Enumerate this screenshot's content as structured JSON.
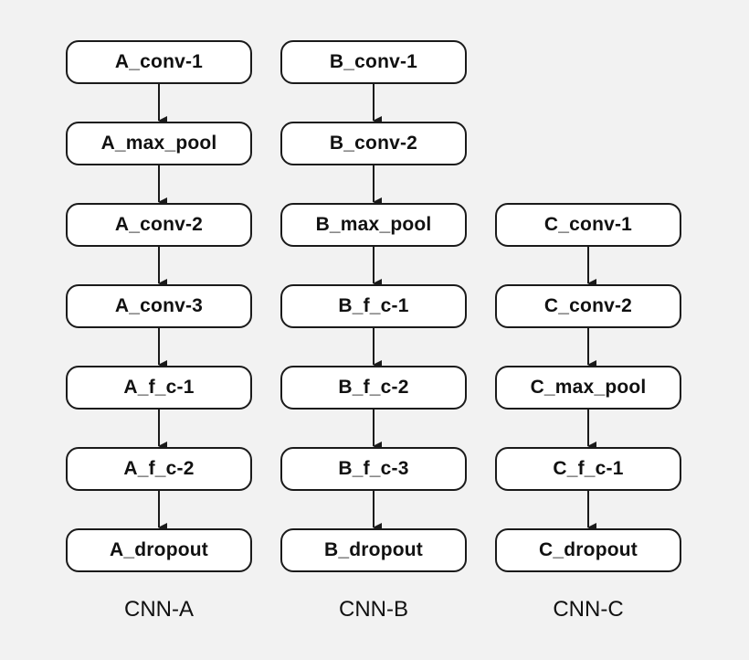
{
  "columns": [
    {
      "id": "a",
      "label": "CNN-A",
      "nodes": [
        "A_conv-1",
        "A_max_pool",
        "A_conv-2",
        "A_conv-3",
        "A_f_c-1",
        "A_f_c-2",
        "A_dropout"
      ]
    },
    {
      "id": "b",
      "label": "CNN-B",
      "nodes": [
        "B_conv-1",
        "B_conv-2",
        "B_max_pool",
        "B_f_c-1",
        "B_f_c-2",
        "B_f_c-3",
        "B_dropout"
      ]
    },
    {
      "id": "c",
      "label": "CNN-C",
      "nodes": [
        "C_conv-1",
        "C_conv-2",
        "C_max_pool",
        "C_f_c-1",
        "C_dropout"
      ]
    }
  ],
  "colors": {
    "background": "#f2f2f2",
    "node_fill": "#ffffff",
    "stroke": "#1a1a1a",
    "text": "#111111"
  }
}
